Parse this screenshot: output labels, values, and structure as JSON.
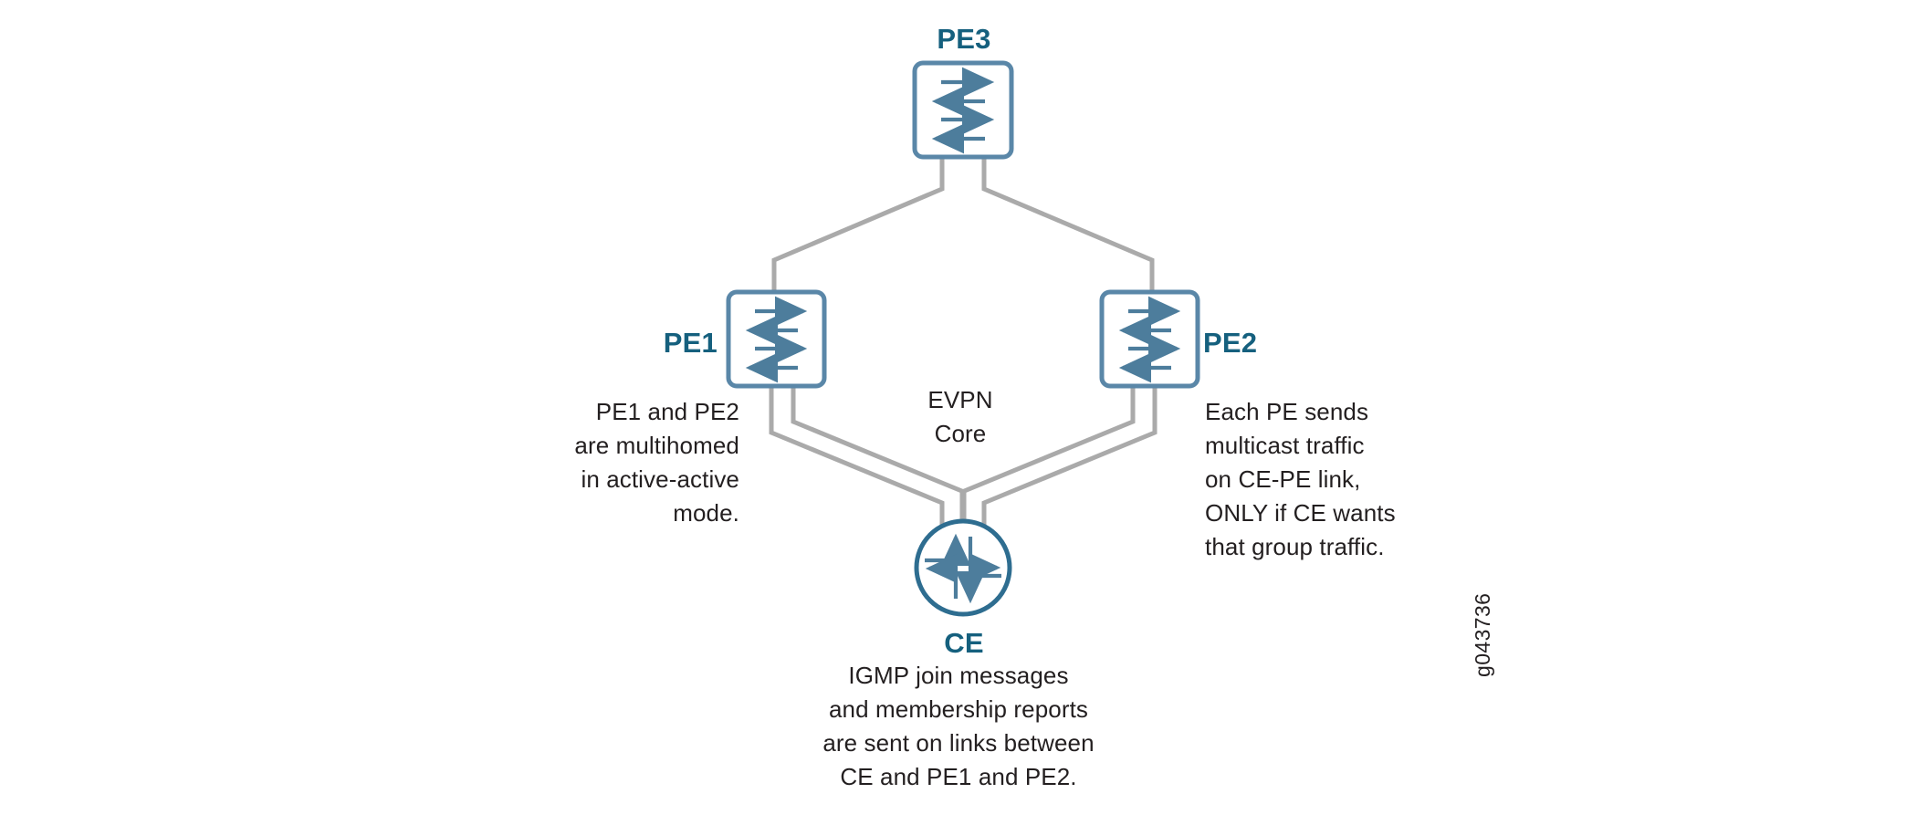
{
  "diagram": {
    "title": "EVPN multihoming multicast diagram",
    "figure_id": "g043736",
    "core_label": "EVPN\nCore",
    "colors": {
      "device_stroke": "#5a87a8",
      "device_fill": "#ffffff",
      "arrow": "#4d7d9c",
      "link": "#aaaaaa",
      "label": "#15607e",
      "text": "#231f20",
      "background": "#ffffff"
    },
    "nodes": [
      {
        "id": "pe3",
        "label": "PE3",
        "type": "router-box"
      },
      {
        "id": "pe1",
        "label": "PE1",
        "type": "router-box"
      },
      {
        "id": "pe2",
        "label": "PE2",
        "type": "router-box"
      },
      {
        "id": "ce",
        "label": "CE",
        "type": "router-circle"
      }
    ],
    "links": [
      {
        "from": "pe3",
        "to": "pe1",
        "count": 1
      },
      {
        "from": "pe3",
        "to": "pe2",
        "count": 1
      },
      {
        "from": "pe1",
        "to": "ce",
        "count": 2
      },
      {
        "from": "pe2",
        "to": "ce",
        "count": 2
      }
    ],
    "annotations": {
      "left": "PE1 and PE2\nare multihomed\nin active-active\nmode.",
      "right": "Each PE sends\nmulticast traffic\non CE-PE link,\nONLY if CE wants\nthat group traffic.",
      "bottom": "IGMP join messages\nand membership reports\nare sent on links between\nCE and PE1 and PE2."
    }
  }
}
